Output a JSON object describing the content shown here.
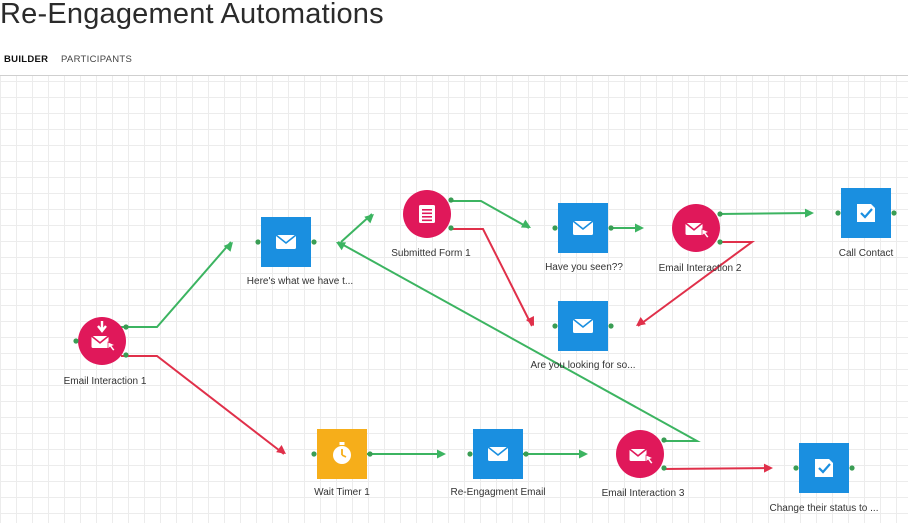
{
  "page": {
    "title": "Re-Engagement Automations"
  },
  "tabs": [
    {
      "label": "BUILDER",
      "active": true
    },
    {
      "label": "PARTICIPANTS",
      "active": false
    }
  ],
  "colors": {
    "interaction": "#e0185a",
    "action": "#1a8fe0",
    "timer": "#f6ae1a",
    "yes_path": "#3cb461",
    "no_path": "#e0304a"
  },
  "nodes": [
    {
      "id": "email1",
      "kind": "interaction",
      "icon": "email-interaction-icon",
      "label": "Email Interaction 1"
    },
    {
      "id": "heres",
      "kind": "email",
      "icon": "email-icon",
      "label": "Here's what we have t..."
    },
    {
      "id": "form1",
      "kind": "interaction",
      "icon": "form-icon",
      "label": "Submitted Form 1"
    },
    {
      "id": "seen",
      "kind": "email",
      "icon": "email-icon",
      "label": "Have you seen??"
    },
    {
      "id": "email2",
      "kind": "interaction",
      "icon": "email-interaction-icon",
      "label": "Email Interaction 2"
    },
    {
      "id": "call",
      "kind": "task",
      "icon": "task-check-icon",
      "label": "Call Contact"
    },
    {
      "id": "looking",
      "kind": "email",
      "icon": "email-icon",
      "label": "Are you looking for so..."
    },
    {
      "id": "wait1",
      "kind": "timer",
      "icon": "stopwatch-icon",
      "label": "Wait Timer 1"
    },
    {
      "id": "reeng",
      "kind": "email",
      "icon": "email-icon",
      "label": "Re-Engagment Email"
    },
    {
      "id": "email3",
      "kind": "interaction",
      "icon": "email-interaction-icon",
      "label": "Email Interaction 3"
    },
    {
      "id": "status",
      "kind": "task",
      "icon": "task-check-icon",
      "label": "Change their status to ..."
    }
  ],
  "connections": [
    {
      "from": "email1",
      "to": "heres",
      "path": "yes"
    },
    {
      "from": "email1",
      "to": "wait1",
      "path": "no"
    },
    {
      "from": "heres",
      "to": "form1",
      "path": "yes"
    },
    {
      "from": "form1",
      "to": "seen",
      "path": "yes"
    },
    {
      "from": "form1",
      "to": "looking",
      "path": "no"
    },
    {
      "from": "seen",
      "to": "email2",
      "path": "yes"
    },
    {
      "from": "email2",
      "to": "call",
      "path": "yes"
    },
    {
      "from": "email2",
      "to": "looking",
      "path": "no"
    },
    {
      "from": "wait1",
      "to": "reeng",
      "path": "yes"
    },
    {
      "from": "reeng",
      "to": "email3",
      "path": "yes"
    },
    {
      "from": "email3",
      "to": "heres",
      "path": "yes"
    },
    {
      "from": "email3",
      "to": "status",
      "path": "no"
    }
  ]
}
